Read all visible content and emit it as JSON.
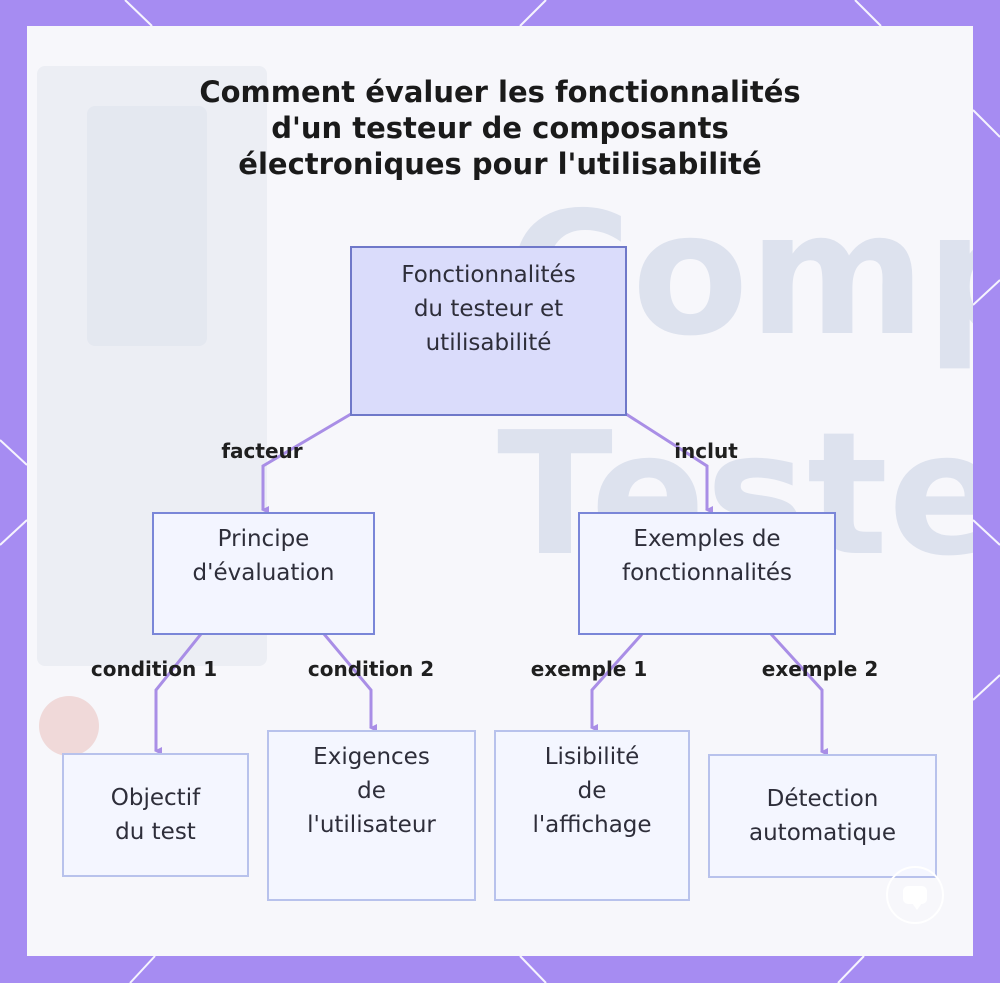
{
  "title": {
    "line1": "Comment évaluer les fonctionnalités",
    "line2": "d'un testeur de composants",
    "line3": "électroniques pour l'utilisabilité"
  },
  "background": {
    "word1": "Comp",
    "word2": "Tester"
  },
  "nodes": {
    "root": [
      "Fonctionnalités",
      "du testeur et",
      "utilisabilité"
    ],
    "principle": [
      "Principe",
      "d'évaluation"
    ],
    "examples": [
      "Exemples de",
      "fonctionnalités"
    ],
    "objective": [
      "Objectif",
      "du test"
    ],
    "requirements": [
      "Exigences",
      "de",
      "l'utilisateur"
    ],
    "readability": [
      "Lisibilité",
      "de",
      "l'affichage"
    ],
    "detection": [
      "Détection",
      "automatique"
    ]
  },
  "edges": {
    "factor": "facteur",
    "includes": "inclut",
    "condition1": "condition 1",
    "condition2": "condition 2",
    "example1": "exemple 1",
    "example2": "exemple 2"
  },
  "colors": {
    "frame": "#a68cf2",
    "connector": "#a98ee6",
    "root_fill": "#dadcfb",
    "root_border": "#6f78c9"
  }
}
